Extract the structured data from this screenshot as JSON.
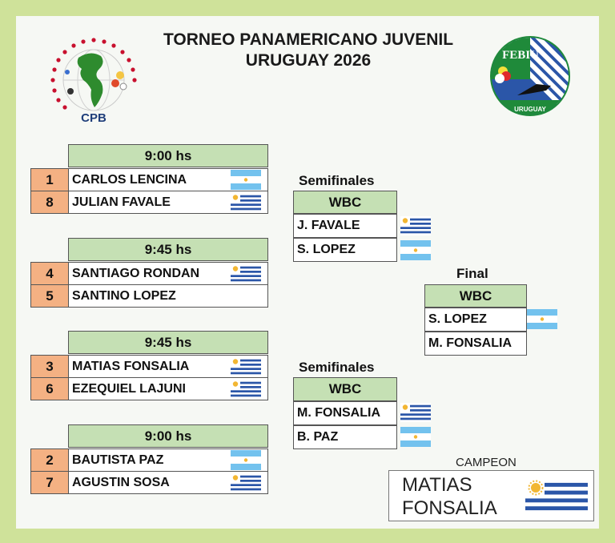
{
  "header": {
    "line1": "TORNEO PANAMERICANO JUVENIL",
    "line2": "URUGUAY 2026"
  },
  "logos": {
    "left_text": "CPB",
    "right_top": "FEBIU",
    "right_bottom": "URUGUAY"
  },
  "matches": [
    {
      "time": "9:00 hs",
      "players": [
        {
          "seed": "1",
          "name": "CARLOS LENCINA",
          "flag": "argentina"
        },
        {
          "seed": "8",
          "name": "JULIAN FAVALE",
          "flag": "uruguay"
        }
      ]
    },
    {
      "time": "9:45 hs",
      "players": [
        {
          "seed": "4",
          "name": "SANTIAGO RONDAN",
          "flag": "uruguay"
        },
        {
          "seed": "5",
          "name": "SANTINO LOPEZ",
          "flag": ""
        }
      ]
    },
    {
      "time": "9:45 hs",
      "players": [
        {
          "seed": "3",
          "name": "MATIAS FONSALIA",
          "flag": "uruguay"
        },
        {
          "seed": "6",
          "name": "EZEQUIEL LAJUNI",
          "flag": "uruguay"
        }
      ]
    },
    {
      "time": "9:00 hs",
      "players": [
        {
          "seed": "2",
          "name": "BAUTISTA PAZ",
          "flag": "argentina"
        },
        {
          "seed": "7",
          "name": "AGUSTIN SOSA",
          "flag": "uruguay"
        }
      ]
    }
  ],
  "semis": [
    {
      "label": "Semifinales",
      "table": "WBC",
      "players": [
        {
          "name": "J. FAVALE",
          "flag": "uruguay"
        },
        {
          "name": "S. LOPEZ",
          "flag": "argentina"
        }
      ]
    },
    {
      "label": "Semifinales",
      "table": "WBC",
      "players": [
        {
          "name": "M. FONSALIA",
          "flag": "uruguay"
        },
        {
          "name": "B. PAZ",
          "flag": "argentina"
        }
      ]
    }
  ],
  "final": {
    "label": "Final",
    "table": "WBC",
    "players": [
      {
        "name": "S. LOPEZ",
        "flag": "argentina"
      },
      {
        "name": "M. FONSALIA",
        "flag": ""
      }
    ]
  },
  "champion": {
    "label": "CAMPEON",
    "line1": "MATIAS",
    "line2": "FONSALIA",
    "flag": "uruguay"
  },
  "colors": {
    "background": "#cfe29a",
    "header_cell": "#c5e0b4",
    "seed_cell": "#f4b183",
    "uruguay_blue": "#2b56a8",
    "argentina_blue": "#73c2ee"
  }
}
